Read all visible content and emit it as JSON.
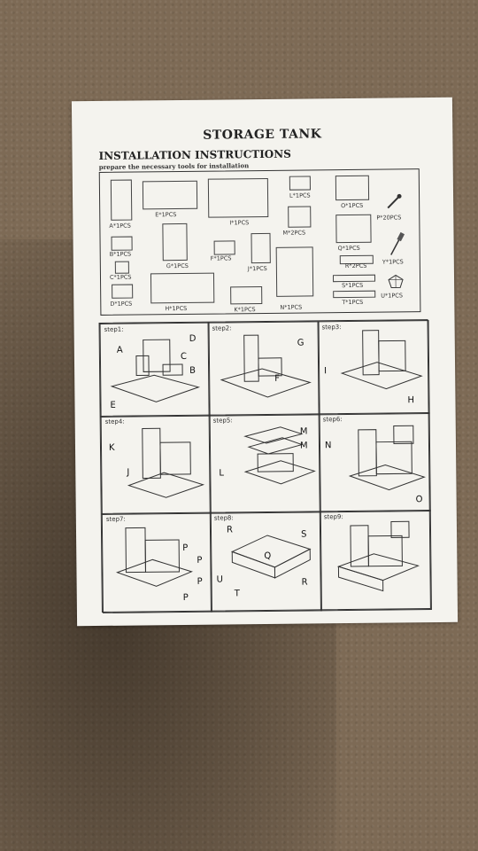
{
  "document": {
    "title": "STORAGE TANK",
    "subtitle": "INSTALLATION INSTRUCTIONS",
    "note": "prepare the necessary tools for installation"
  },
  "parts": [
    {
      "id": "A",
      "label": "A*1PCS"
    },
    {
      "id": "B",
      "label": "B*1PCS"
    },
    {
      "id": "C",
      "label": "C*1PCS"
    },
    {
      "id": "D",
      "label": "D*1PCS"
    },
    {
      "id": "E",
      "label": "E*1PCS"
    },
    {
      "id": "F",
      "label": "F*1PCS"
    },
    {
      "id": "G",
      "label": "G*1PCS"
    },
    {
      "id": "H",
      "label": "H*1PCS"
    },
    {
      "id": "I",
      "label": "I*1PCS"
    },
    {
      "id": "J",
      "label": "J*1PCS"
    },
    {
      "id": "K",
      "label": "K*1PCS"
    },
    {
      "id": "L",
      "label": "L*1PCS"
    },
    {
      "id": "M",
      "label": "M*2PCS"
    },
    {
      "id": "N",
      "label": "N*1PCS"
    },
    {
      "id": "O",
      "label": "O*1PCS"
    },
    {
      "id": "Q",
      "label": "Q*1PCS"
    },
    {
      "id": "R",
      "label": "R*2PCS"
    },
    {
      "id": "S",
      "label": "S*1PCS"
    },
    {
      "id": "T",
      "label": "T*1PCS"
    },
    {
      "id": "P",
      "label": "P*20PCS"
    },
    {
      "id": "Y",
      "label": "Y*1PCS"
    },
    {
      "id": "U",
      "label": "U*1PCS"
    }
  ],
  "steps": [
    {
      "label": "step1:",
      "callouts": [
        "A",
        "D",
        "C",
        "B",
        "E"
      ]
    },
    {
      "label": "step2:",
      "callouts": [
        "G",
        "F"
      ]
    },
    {
      "label": "step3:",
      "callouts": [
        "I",
        "H"
      ]
    },
    {
      "label": "step4:",
      "callouts": [
        "K",
        "J"
      ]
    },
    {
      "label": "step5:",
      "callouts": [
        "M",
        "M",
        "L"
      ]
    },
    {
      "label": "step6:",
      "callouts": [
        "N",
        "O"
      ]
    },
    {
      "label": "step7:",
      "callouts": [
        "P",
        "P",
        "P",
        "P"
      ]
    },
    {
      "label": "step8:",
      "callouts": [
        "R",
        "S",
        "Q",
        "U",
        "T",
        "R"
      ]
    },
    {
      "label": "step9:",
      "callouts": []
    }
  ]
}
